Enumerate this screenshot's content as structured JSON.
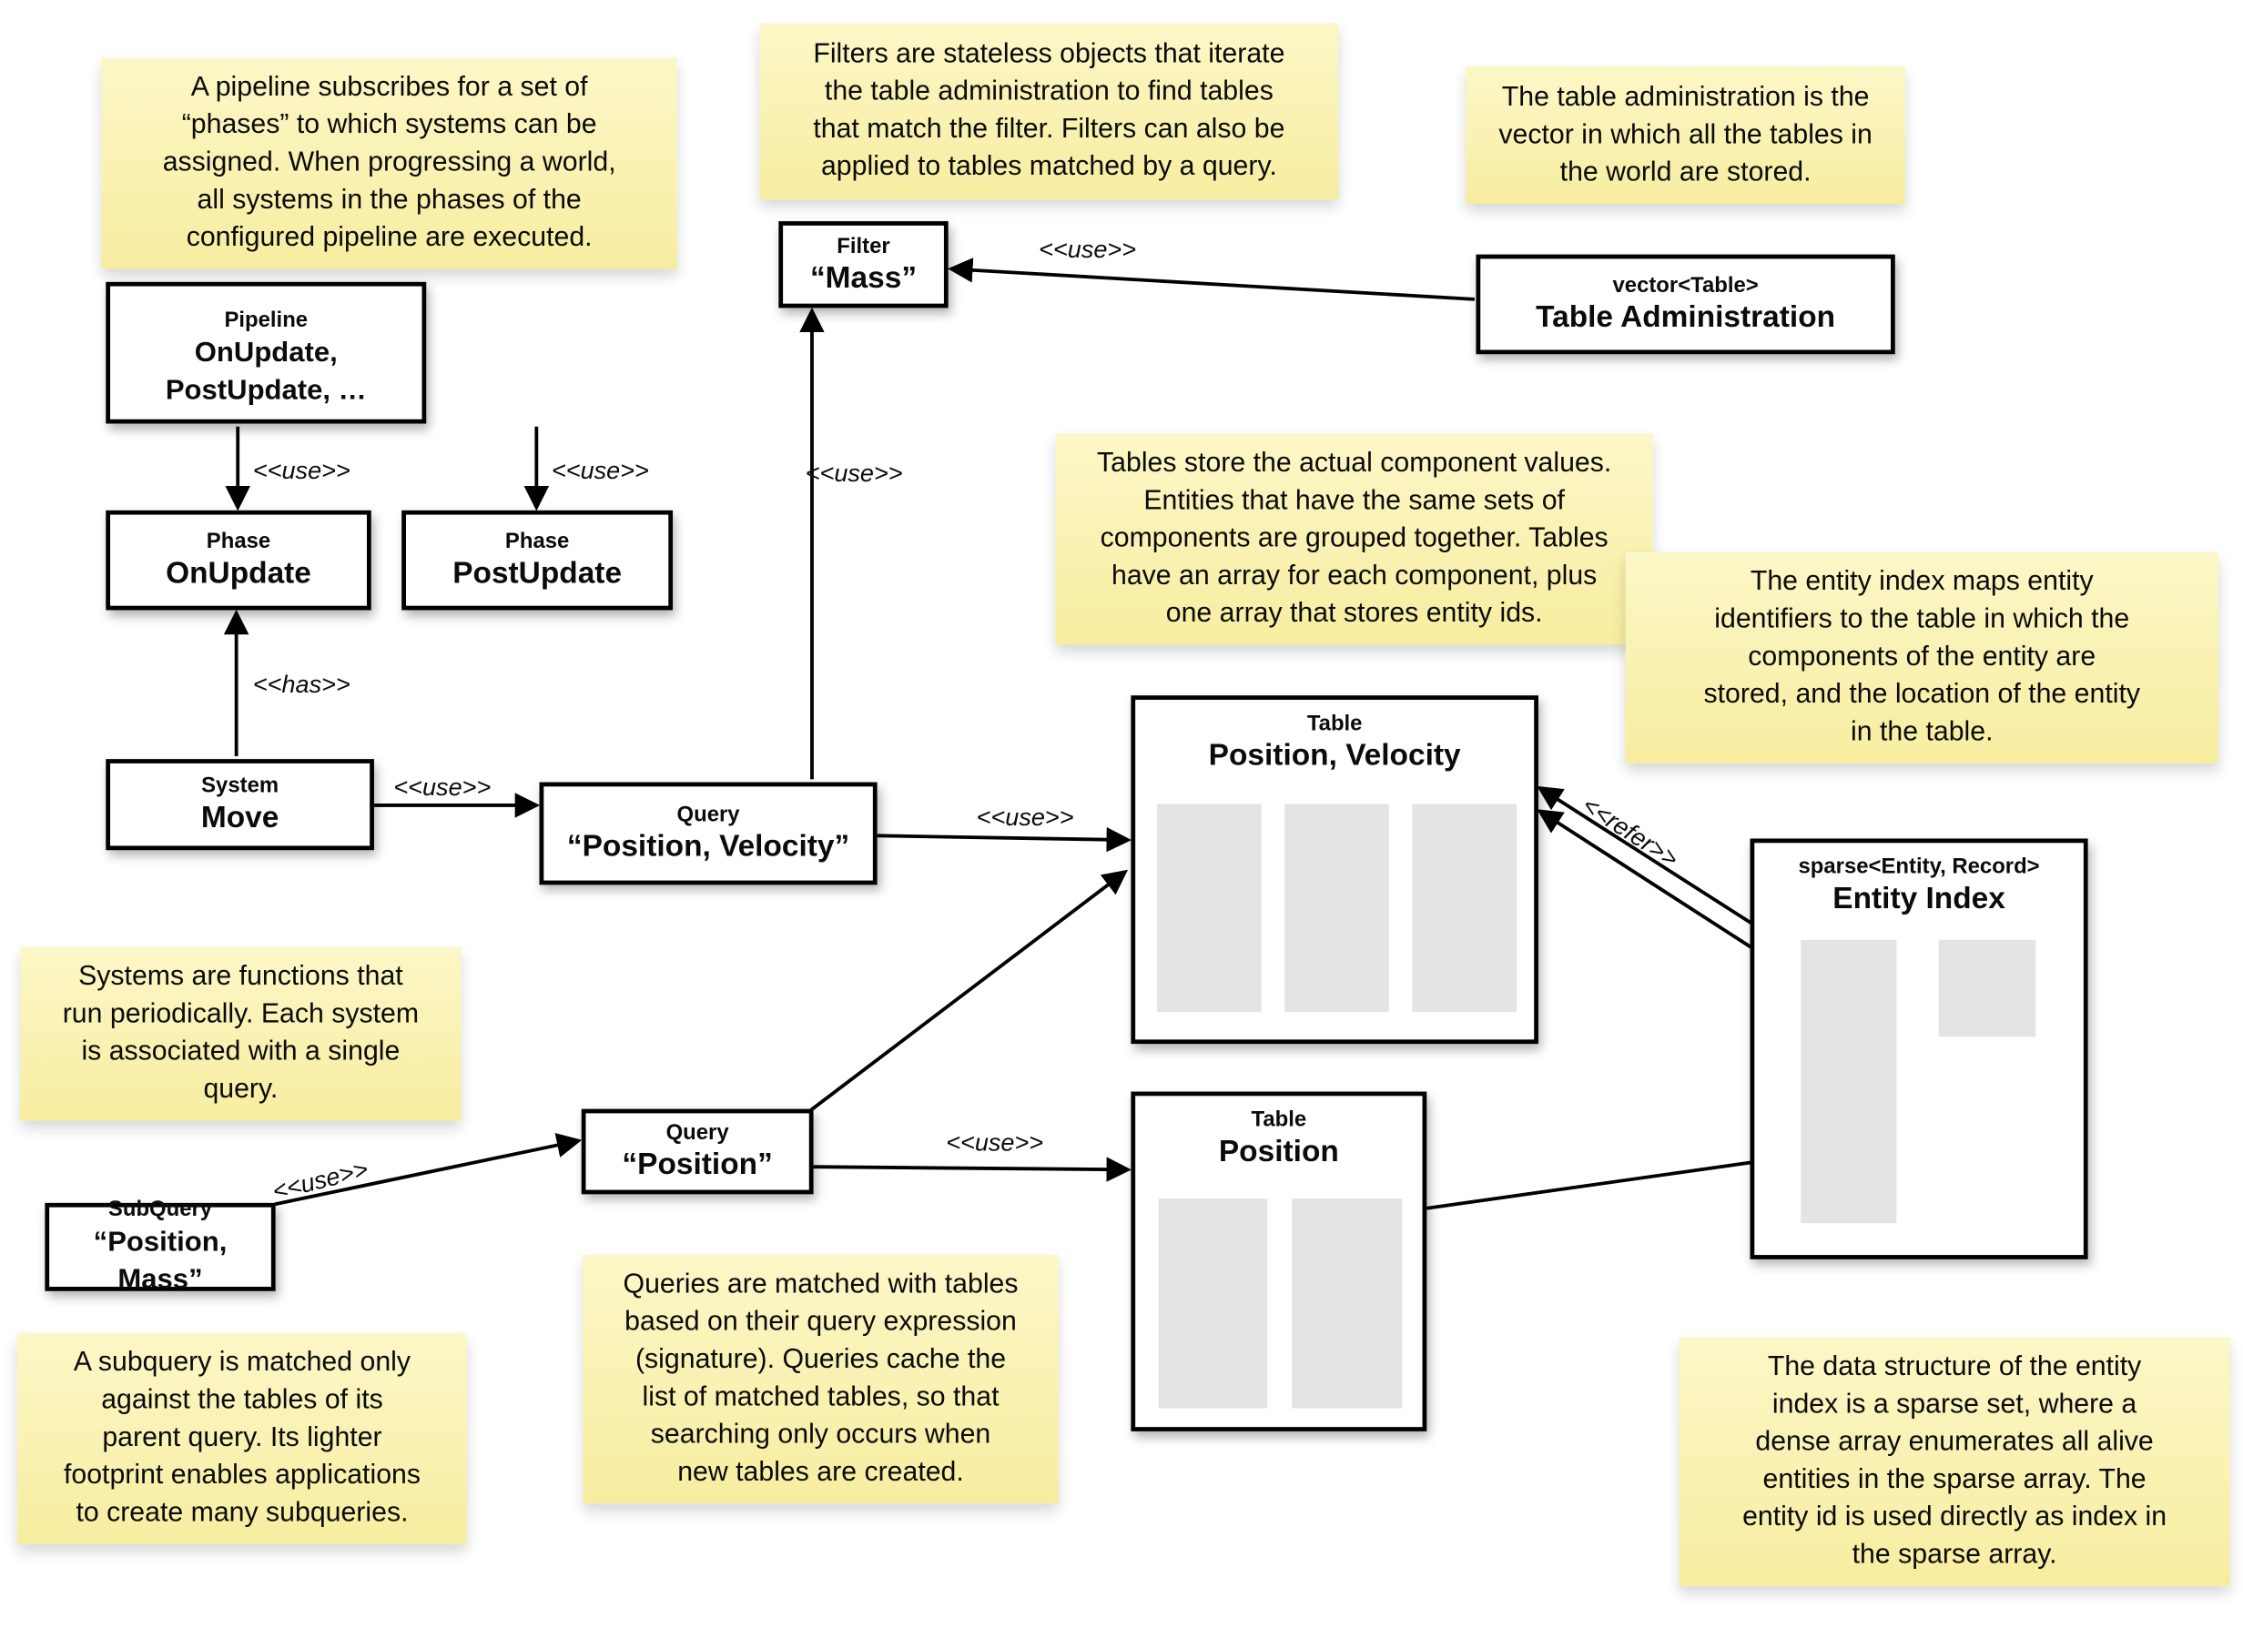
{
  "diagram": {
    "background_color": "#ffffff",
    "note_color": "#F8EFA6",
    "box_border_color": "#000000",
    "array_fill_color": "#E4E4E4",
    "notes": [
      {
        "id": "pipeline-note",
        "text": "A pipeline subscribes for a set of\n“phases” to which systems can be\nassigned. When progressing a world,\nall systems in the phases of the\nconfigured pipeline are executed."
      },
      {
        "id": "filters-note",
        "text": "Filters are stateless objects that iterate\nthe table administration to find tables\nthat match the filter. Filters can also be\napplied to tables matched by a query."
      },
      {
        "id": "table-admin-note",
        "text": "The table administration is the\nvector in which all the tables in\nthe world are stored."
      },
      {
        "id": "tables-note",
        "text": "Tables store the actual component values.\nEntities that have the same sets of\ncomponents are grouped together. Tables\nhave an array for each component, plus\none array that stores entity ids."
      },
      {
        "id": "entity-index-note",
        "text": "The entity index maps entity\nidentifiers to the table in which the\ncomponents of the entity are\nstored, and the location of the entity\nin the table."
      },
      {
        "id": "systems-note",
        "text": "Systems are functions that\nrun periodically. Each system\nis associated with a single\nquery."
      },
      {
        "id": "queries-note",
        "text": "Queries are matched with tables\nbased on their query expression\n(signature). Queries cache the\nlist of matched tables, so that\nsearching only occurs when\nnew tables are created."
      },
      {
        "id": "subquery-note",
        "text": "A subquery is matched only\nagainst the tables of its\nparent query. Its lighter\nfootprint enables applications\nto create many subqueries."
      },
      {
        "id": "sparse-set-note",
        "text": "The data structure of the entity\nindex is a sparse set, where a\ndense array enumerates all alive\nentities in the sparse array. The\nentity id is used directly as index in\nthe sparse array."
      }
    ],
    "boxes": [
      {
        "id": "pipeline",
        "stereotype": "Pipeline",
        "name": "OnUpdate, PostUpdate, …"
      },
      {
        "id": "phase-onupdate",
        "stereotype": "Phase",
        "name": "OnUpdate"
      },
      {
        "id": "phase-postupdate",
        "stereotype": "Phase",
        "name": "PostUpdate"
      },
      {
        "id": "system-move",
        "stereotype": "System",
        "name": "Move"
      },
      {
        "id": "query-position-velocity",
        "stereotype": "Query",
        "name": "“Position, Velocity”"
      },
      {
        "id": "filter-mass",
        "stereotype": "Filter",
        "name": "“Mass”"
      },
      {
        "id": "table-administration",
        "stereotype": "vector<Table>",
        "name": "Table Administration"
      },
      {
        "id": "table-position-velocity",
        "stereotype": "Table",
        "name": "Position, Velocity"
      },
      {
        "id": "entity-index",
        "stereotype": "sparse<Entity, Record>",
        "name": "Entity Index"
      },
      {
        "id": "query-position",
        "stereotype": "Query",
        "name": "“Position”"
      },
      {
        "id": "table-position",
        "stereotype": "Table",
        "name": "Position"
      },
      {
        "id": "subquery-position-mass",
        "stereotype": "SubQuery",
        "name": "“Position, Mass”"
      }
    ],
    "edge_labels": [
      {
        "id": "use-pipeline-onupdate",
        "text": "<<use>>"
      },
      {
        "id": "use-pipeline-postupdate",
        "text": "<<use>>"
      },
      {
        "id": "has-move-onupdate",
        "text": "<<has>>"
      },
      {
        "id": "use-move-query",
        "text": "<<use>>"
      },
      {
        "id": "use-query-filter",
        "text": "<<use>>"
      },
      {
        "id": "use-tableadmin-filter",
        "text": "<<use>>"
      },
      {
        "id": "use-querypv-tablepv",
        "text": "<<use>>"
      },
      {
        "id": "use-queryp-tablep",
        "text": "<<use>>"
      },
      {
        "id": "use-subquery-queryp",
        "text": "<<use>>"
      },
      {
        "id": "refer-entityindex-tables",
        "text": "<<refer>>"
      }
    ]
  }
}
